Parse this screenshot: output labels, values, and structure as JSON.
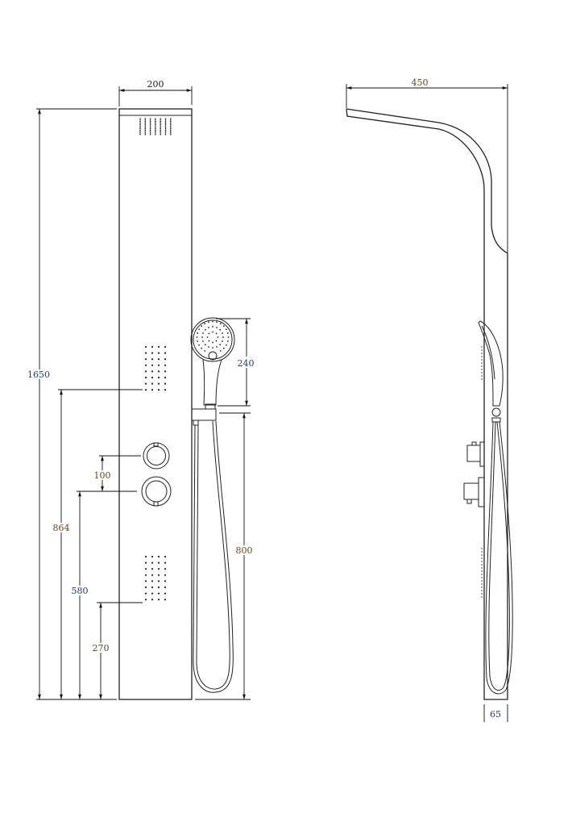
{
  "drawing": {
    "front_view": {
      "width_label": "200",
      "height_total_label": "1650",
      "body_jet_upper_height_label": "864",
      "control_spacing_label": "100",
      "control_lower_height_label": "580",
      "body_jet_lower_height_label": "270",
      "hand_shower_length_label": "240",
      "holder_height_label": "800"
    },
    "side_view": {
      "overhang_label": "450",
      "depth_label": "65"
    },
    "colors": {
      "line": "#222222",
      "label_blue": "#1f3f73",
      "label_brown": "#6b4519"
    }
  }
}
